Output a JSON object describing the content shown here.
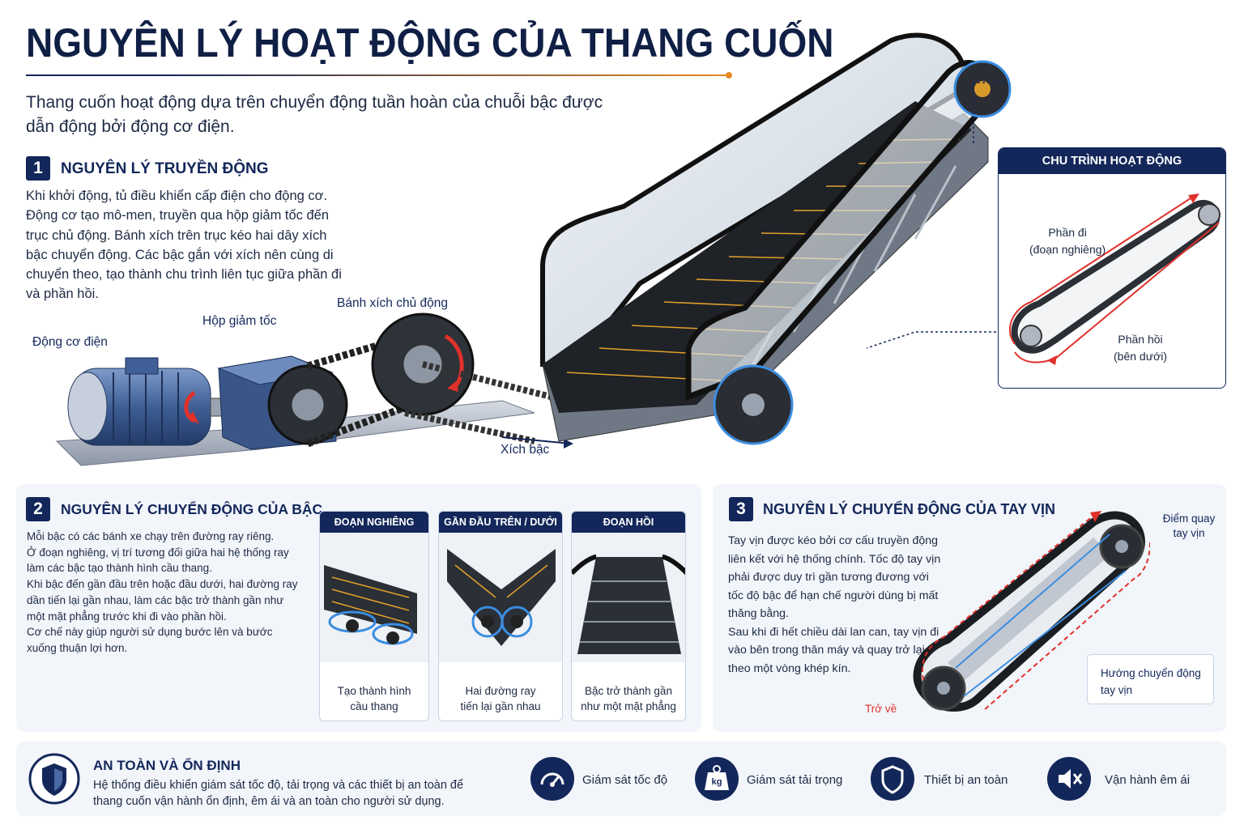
{
  "title": "NGUYÊN LÝ HOẠT ĐỘNG CỦA THANG CUỐN",
  "intro": "Thang cuốn hoạt động dựa trên chuyển động tuần hoàn của chuỗi bậc được dẫn động bởi động cơ điện.",
  "section1": {
    "number": "1",
    "heading": "NGUYÊN LÝ TRUYỀN ĐỘNG",
    "body": "Khi khởi động, tủ điều khiển cấp điện cho động cơ. Động cơ tạo mô-men, truyền qua hộp giảm tốc đến trục chủ động. Bánh xích trên trục kéo hai dây xích bậc chuyển động. Các bậc gắn với xích nên cùng di chuyển theo, tạo thành chu trình liên tục giữa phần đi và phần hồi.",
    "labels": {
      "motor": "Động cơ điện",
      "gearbox": "Hộp giảm tốc",
      "sprocket": "Bánh xích chủ động",
      "chain": "Xích bậc"
    }
  },
  "cycle": {
    "heading": "CHU TRÌNH HOẠT ĐỘNG",
    "forward": "Phần đi",
    "forward_sub": "(đoạn nghiêng)",
    "return": "Phần hồi",
    "return_sub": "(bên dưới)"
  },
  "section2": {
    "number": "2",
    "heading": "NGUYÊN LÝ CHUYỂN ĐỘNG CỦA BẬC",
    "paragraphs": [
      "Mỗi bậc có các bánh xe chạy trên đường ray riêng.",
      "Ở đoạn nghiêng, vị trí tương đối giữa hai hệ thống ray làm các bậc tạo thành hình cầu thang.",
      "Khi bậc đến gần đầu trên hoặc đầu dưới, hai đường ray dần tiến lại gần nhau, làm các bậc trở thành gần như một mặt phẳng trước khi đi vào phần hồi.",
      "Cơ chế này giúp người sử dụng bước lên và bước xuống thuận lợi hơn."
    ],
    "cards": [
      {
        "head": "ĐOẠN NGHIÊNG",
        "caption": "Tạo thành hình cầu thang"
      },
      {
        "head": "GẦN ĐẦU TRÊN / DƯỚI",
        "caption": "Hai đường ray tiến lại gần nhau"
      },
      {
        "head": "ĐOẠN HỒI",
        "caption": "Bậc trở thành gần như một mặt phẳng"
      }
    ]
  },
  "section3": {
    "number": "3",
    "heading": "NGUYÊN LÝ CHUYỂN ĐỘNG CỦA TAY VỊN",
    "paragraphs": [
      "Tay vịn được kéo bởi cơ cấu truyền động liên kết với hệ thống chính. Tốc độ tay vịn phải được duy trì gần tương đương với tốc độ bậc để hạn chế người dùng bị mất thăng bằng.",
      "Sau khi đi hết chiều dài lan can, tay vịn đi vào bên trong thân máy và quay trở lại theo một vòng khép kín."
    ],
    "labels": {
      "turn_point": "Điểm quay tay vịn",
      "direction": "Hướng chuyển động tay vịn",
      "return": "Trở về"
    }
  },
  "safety": {
    "heading": "AN TOÀN VÀ ỔN ĐỊNH",
    "body": "Hệ thống điều khiển giám sát tốc độ, tải trọng và các thiết bị an toàn để thang cuốn vận hành ổn định, êm ái và an toàn cho người sử dụng.",
    "items": [
      {
        "icon": "speedometer-icon",
        "label": "Giám sát tốc độ"
      },
      {
        "icon": "weight-kg-icon",
        "label": "Giám sát tải trọng",
        "glyph": "kg"
      },
      {
        "icon": "shield-icon",
        "label": "Thiết bị an toàn"
      },
      {
        "icon": "speaker-mute-icon",
        "label": "Vận hành êm ái"
      }
    ]
  },
  "colors": {
    "navy": "#13275a",
    "accent": "#e88a22",
    "arrow_red": "#e0312b",
    "arrow_blue": "#3b8de0",
    "panel": "#f2f5fa"
  }
}
